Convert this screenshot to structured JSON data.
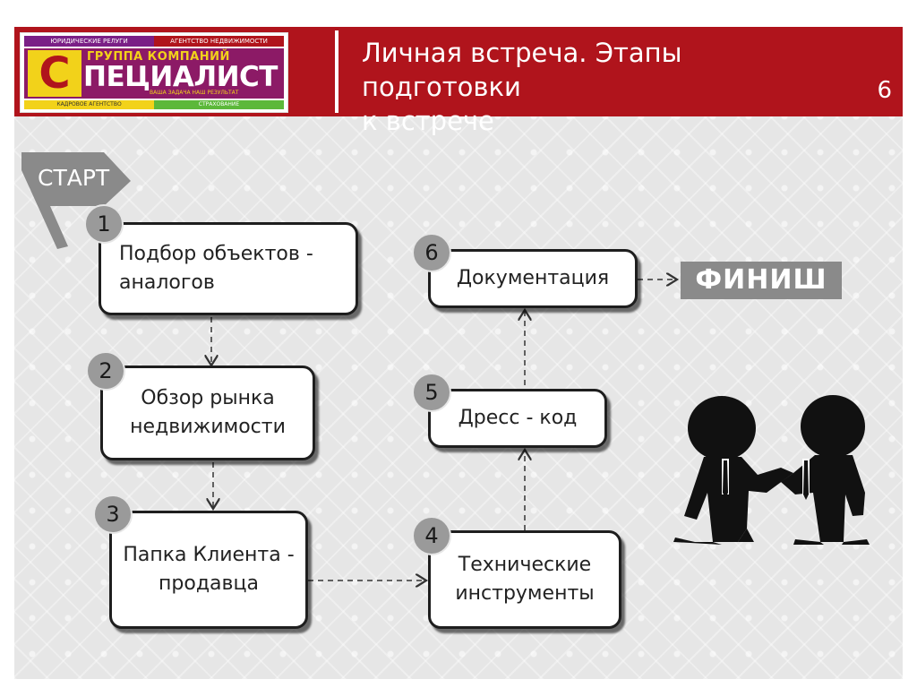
{
  "header": {
    "title_line1": "Личная встреча. Этапы подготовки",
    "title_line2": "к встрече",
    "page_number": "6"
  },
  "logo": {
    "top_left": "ЮРИДИЧЕСКИЕ РЕЛУГИ",
    "top_right": "АГЕНТСТВО НЕДВИЖИМОСТИ",
    "group": "ГРУППА КОМПАНИЙ",
    "letter": "С",
    "name": "ПЕЦИАЛИСТ",
    "tagline": "ВАША ЗАДАЧА НАШ РЕЗУЛЬТАТ",
    "bottom_left": "КАДРОВОЕ АГЕНТСТВО",
    "bottom_right": "СТРАХОВАНИЕ"
  },
  "start_label": "СТАРТ",
  "finish_label": "ФИНИШ",
  "steps": [
    {
      "number": "1",
      "label": "Подбор объектов - аналогов"
    },
    {
      "number": "2",
      "label": "Обзор рынка недвижимости"
    },
    {
      "number": "3",
      "label": "Папка Клиента - продавца"
    },
    {
      "number": "4",
      "label": "Технические инструменты"
    },
    {
      "number": "5",
      "label": "Дресс - код"
    },
    {
      "number": "6",
      "label": "Документация"
    }
  ],
  "colors": {
    "header_bg": "#b0141c",
    "badge": "#9a9a9a",
    "finish_bg": "#8a8a8a"
  }
}
